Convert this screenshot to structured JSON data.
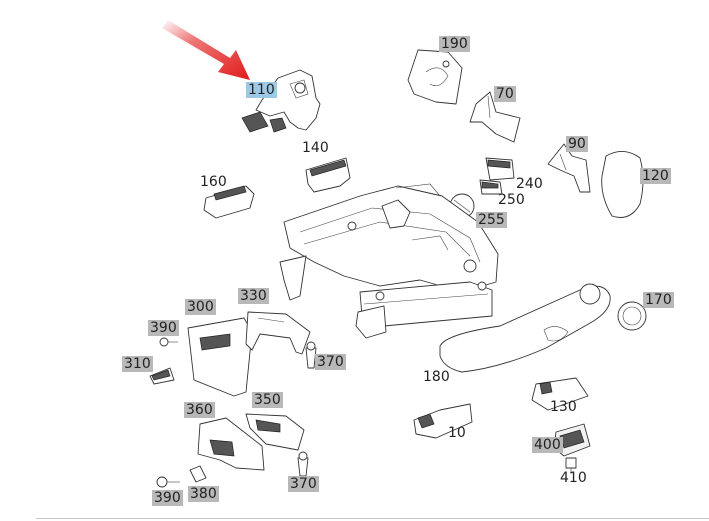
{
  "colors": {
    "highlight": "#9ec9e6",
    "label_bg": "#b8b8b8",
    "arrow": "#e11a1a"
  },
  "highlighted_part": "110",
  "labels": {
    "p110": "110",
    "p190": "190",
    "p70": "70",
    "p90": "90",
    "p120": "120",
    "p140": "140",
    "p160": "160",
    "p240": "240",
    "p250": "250",
    "p255": "255",
    "p170": "170",
    "p300": "300",
    "p330": "330",
    "p390a": "390",
    "p310": "310",
    "p370a": "370",
    "p180": "180",
    "p130": "130",
    "p10": "10",
    "p400": "400",
    "p410": "410",
    "p360": "360",
    "p350": "350",
    "p370b": "370",
    "p390b": "390",
    "p380": "380"
  }
}
